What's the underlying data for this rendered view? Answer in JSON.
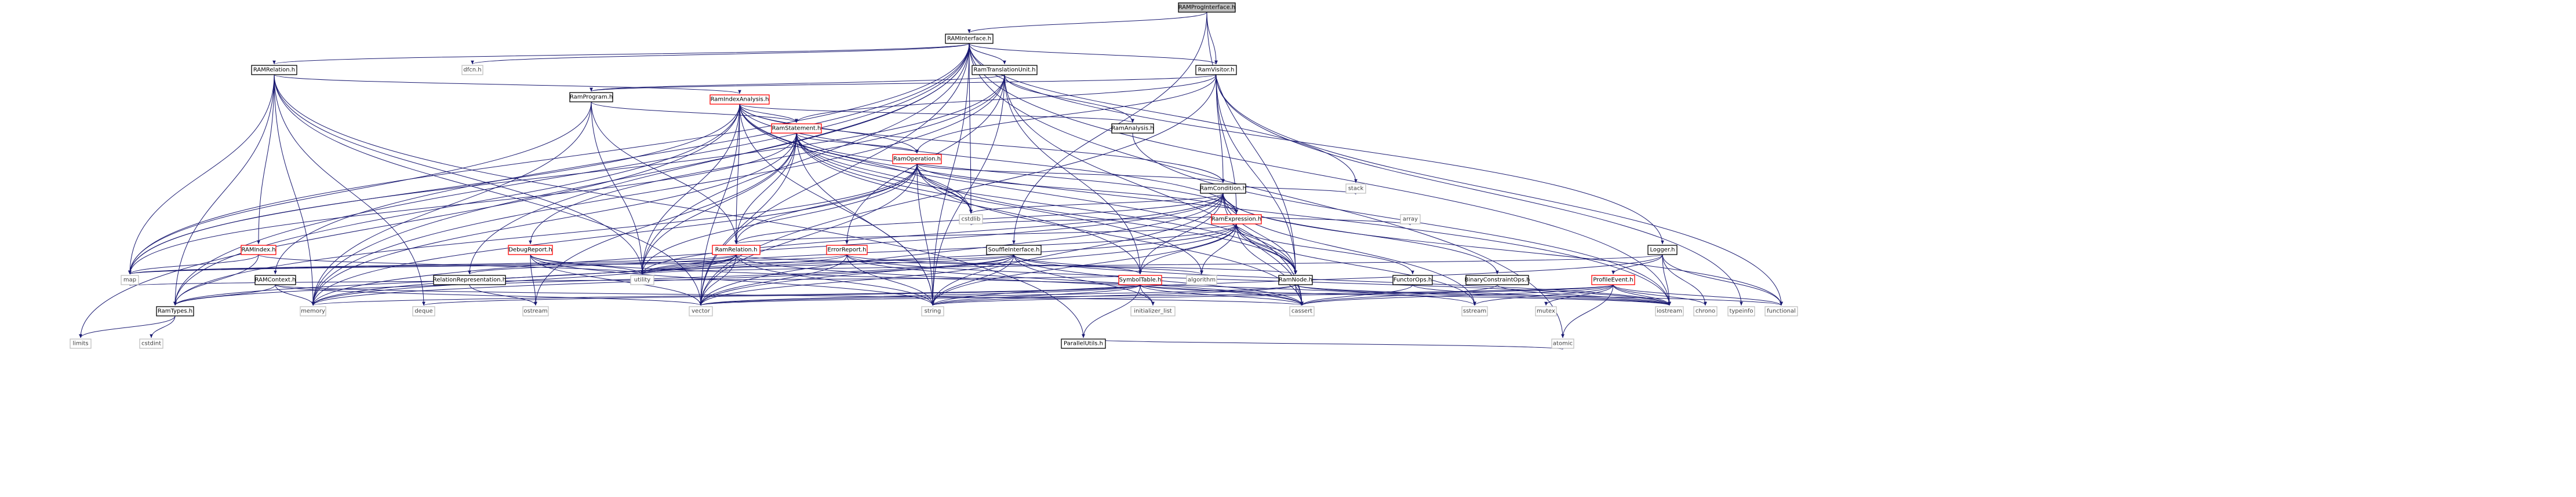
{
  "colors": {
    "edge": "#191970",
    "node_border": "#000000",
    "node_border_documented": "#bfbfbf",
    "node_border_red": "#ff0000",
    "root_fill": "#bfbfbf",
    "text_muted": "#404040"
  },
  "diagram": {
    "nodes": [
      {
        "id": "RAMProgInterface.h",
        "label": "RAMProgInterface.h",
        "style": "root"
      },
      {
        "id": "RAMInterface.h",
        "label": "RAMInterface.h",
        "style": "normal"
      },
      {
        "id": "RamVisitor.h",
        "label": "RamVisitor.h",
        "style": "normal"
      },
      {
        "id": "dfcn.h",
        "label": "dfcn.h",
        "style": "system"
      },
      {
        "id": "RAMRelation.h",
        "label": "RAMRelation.h",
        "style": "normal"
      },
      {
        "id": "RamTranslationUnit.h",
        "label": "RamTranslationUnit.h",
        "style": "normal"
      },
      {
        "id": "RamProgram.h",
        "label": "RamProgram.h",
        "style": "normal"
      },
      {
        "id": "RamIndexAnalysis.h",
        "label": "RamIndexAnalysis.h",
        "style": "red"
      },
      {
        "id": "RamAnalysis.h",
        "label": "RamAnalysis.h",
        "style": "normal"
      },
      {
        "id": "RamStatement.h",
        "label": "RamStatement.h",
        "style": "red"
      },
      {
        "id": "RamOperation.h",
        "label": "RamOperation.h",
        "style": "red"
      },
      {
        "id": "RamCondition.h",
        "label": "RamCondition.h",
        "style": "normal"
      },
      {
        "id": "RamExpression.h",
        "label": "RamExpression.h",
        "style": "red"
      },
      {
        "id": "RAMIndex.h",
        "label": "RAMIndex.h",
        "style": "red"
      },
      {
        "id": "DebugReport.h",
        "label": "DebugReport.h",
        "style": "red"
      },
      {
        "id": "ErrorReport.h",
        "label": "ErrorReport.h",
        "style": "red"
      },
      {
        "id": "RamRelation.h",
        "label": "RamRelation.h",
        "style": "red"
      },
      {
        "id": "SouffleInterface.h",
        "label": "SouffleInterface.h",
        "style": "normal"
      },
      {
        "id": "Logger.h",
        "label": "Logger.h",
        "style": "normal"
      },
      {
        "id": "ProfileEvent.h",
        "label": "ProfileEvent.h",
        "style": "red"
      },
      {
        "id": "RAMContext.h",
        "label": "RAMContext.h",
        "style": "normal"
      },
      {
        "id": "RelationRepresentation.h",
        "label": "RelationRepresentation.h",
        "style": "normal"
      },
      {
        "id": "SymbolTable.h",
        "label": "SymbolTable.h",
        "style": "red"
      },
      {
        "id": "RamNode.h",
        "label": "RamNode.h",
        "style": "normal"
      },
      {
        "id": "FunctorOps.h",
        "label": "FunctorOps.h",
        "style": "normal"
      },
      {
        "id": "BinaryConstraintOps.h",
        "label": "BinaryConstraintOps.h",
        "style": "normal"
      },
      {
        "id": "RamTypes.h",
        "label": "RamTypes.h",
        "style": "normal"
      },
      {
        "id": "ParallelUtils.h",
        "label": "ParallelUtils.h",
        "style": "normal"
      },
      {
        "id": "map",
        "label": "map",
        "style": "system"
      },
      {
        "id": "utility",
        "label": "utility",
        "style": "system"
      },
      {
        "id": "algorithm",
        "label": "algorithm",
        "style": "system"
      },
      {
        "id": "cstdlib",
        "label": "cstdlib",
        "style": "system"
      },
      {
        "id": "stack",
        "label": "stack",
        "style": "system"
      },
      {
        "id": "array",
        "label": "array",
        "style": "system"
      },
      {
        "id": "deque",
        "label": "deque",
        "style": "system"
      },
      {
        "id": "memory",
        "label": "memory",
        "style": "system"
      },
      {
        "id": "ostream",
        "label": "ostream",
        "style": "system"
      },
      {
        "id": "vector",
        "label": "vector",
        "style": "system"
      },
      {
        "id": "string",
        "label": "string",
        "style": "system"
      },
      {
        "id": "initializer_list",
        "label": "initializer_list",
        "style": "system"
      },
      {
        "id": "cassert",
        "label": "cassert",
        "style": "system"
      },
      {
        "id": "sstream",
        "label": "sstream",
        "style": "system"
      },
      {
        "id": "mutex",
        "label": "mutex",
        "style": "system"
      },
      {
        "id": "iostream",
        "label": "iostream",
        "style": "system"
      },
      {
        "id": "chrono",
        "label": "chrono",
        "style": "system"
      },
      {
        "id": "typeinfo",
        "label": "typeinfo",
        "style": "system"
      },
      {
        "id": "functional",
        "label": "functional",
        "style": "system"
      },
      {
        "id": "atomic",
        "label": "atomic",
        "style": "system"
      },
      {
        "id": "limits",
        "label": "limits",
        "style": "system"
      },
      {
        "id": "cstdint",
        "label": "cstdint",
        "style": "system"
      }
    ],
    "edges": [
      [
        "RAMProgInterface.h",
        "RAMInterface.h"
      ],
      [
        "RAMProgInterface.h",
        "RamVisitor.h"
      ],
      [
        "RAMProgInterface.h",
        "SouffleInterface.h"
      ],
      [
        "RAMProgInterface.h",
        "RamNode.h"
      ],
      [
        "RAMInterface.h",
        "dfcn.h"
      ],
      [
        "RAMInterface.h",
        "RAMRelation.h"
      ],
      [
        "RAMInterface.h",
        "RamTranslationUnit.h"
      ],
      [
        "RAMInterface.h",
        "RamVisitor.h"
      ],
      [
        "RAMInterface.h",
        "RAMContext.h"
      ],
      [
        "RAMInterface.h",
        "Logger.h"
      ],
      [
        "RAMInterface.h",
        "map"
      ],
      [
        "RAMInterface.h",
        "utility"
      ],
      [
        "RAMInterface.h",
        "vector"
      ],
      [
        "RAMInterface.h",
        "cstdlib"
      ],
      [
        "RAMInterface.h",
        "stack"
      ],
      [
        "RAMInterface.h",
        "atomic"
      ],
      [
        "RAMInterface.h",
        "RamTypes.h"
      ],
      [
        "RAMInterface.h",
        "RelationRepresentation.h"
      ],
      [
        "RAMInterface.h",
        "memory"
      ],
      [
        "RAMInterface.h",
        "string"
      ],
      [
        "RAMInterface.h",
        "iostream"
      ],
      [
        "RAMRelation.h",
        "RAMIndex.h"
      ],
      [
        "RAMRelation.h",
        "RamIndexAnalysis.h"
      ],
      [
        "RAMRelation.h",
        "RamTypes.h"
      ],
      [
        "RAMRelation.h",
        "map"
      ],
      [
        "RAMRelation.h",
        "utility"
      ],
      [
        "RAMRelation.h",
        "vector"
      ],
      [
        "RAMRelation.h",
        "deque"
      ],
      [
        "RAMRelation.h",
        "memory"
      ],
      [
        "RAMRelation.h",
        "ParallelUtils.h"
      ],
      [
        "RamTranslationUnit.h",
        "RamProgram.h"
      ],
      [
        "RamTranslationUnit.h",
        "RamAnalysis.h"
      ],
      [
        "RamTranslationUnit.h",
        "DebugReport.h"
      ],
      [
        "RamTranslationUnit.h",
        "ErrorReport.h"
      ],
      [
        "RamTranslationUnit.h",
        "SymbolTable.h"
      ],
      [
        "RamTranslationUnit.h",
        "map"
      ],
      [
        "RamTranslationUnit.h",
        "memory"
      ],
      [
        "RamTranslationUnit.h",
        "string"
      ],
      [
        "RamTranslationUnit.h",
        "cassert"
      ],
      [
        "RamVisitor.h",
        "RamProgram.h"
      ],
      [
        "RamVisitor.h",
        "RamStatement.h"
      ],
      [
        "RamVisitor.h",
        "RamOperation.h"
      ],
      [
        "RamVisitor.h",
        "RamCondition.h"
      ],
      [
        "RamVisitor.h",
        "RamExpression.h"
      ],
      [
        "RamVisitor.h",
        "RamNode.h"
      ],
      [
        "RamVisitor.h",
        "functional"
      ],
      [
        "RamVisitor.h",
        "vector"
      ],
      [
        "RamVisitor.h",
        "typeinfo"
      ],
      [
        "RamProgram.h",
        "RamStatement.h"
      ],
      [
        "RamProgram.h",
        "RamRelation.h"
      ],
      [
        "RamProgram.h",
        "map"
      ],
      [
        "RamProgram.h",
        "utility"
      ],
      [
        "RamProgram.h",
        "memory"
      ],
      [
        "RamIndexAnalysis.h",
        "RamAnalysis.h"
      ],
      [
        "RamIndexAnalysis.h",
        "RamStatement.h"
      ],
      [
        "RamIndexAnalysis.h",
        "RamOperation.h"
      ],
      [
        "RamIndexAnalysis.h",
        "RamCondition.h"
      ],
      [
        "RamIndexAnalysis.h",
        "RamRelation.h"
      ],
      [
        "RamIndexAnalysis.h",
        "RamExpression.h"
      ],
      [
        "RamIndexAnalysis.h",
        "RamNode.h"
      ],
      [
        "RamIndexAnalysis.h",
        "map"
      ],
      [
        "RamIndexAnalysis.h",
        "utility"
      ],
      [
        "RamIndexAnalysis.h",
        "cstdlib"
      ],
      [
        "RamIndexAnalysis.h",
        "iostream"
      ],
      [
        "RamIndexAnalysis.h",
        "limits"
      ],
      [
        "RamIndexAnalysis.h",
        "string"
      ],
      [
        "RamIndexAnalysis.h",
        "vector"
      ],
      [
        "RamIndexAnalysis.h",
        "RamTypes.h"
      ],
      [
        "RamAnalysis.h",
        "iostream"
      ],
      [
        "RamStatement.h",
        "RamOperation.h"
      ],
      [
        "RamStatement.h",
        "RamRelation.h"
      ],
      [
        "RamStatement.h",
        "RamExpression.h"
      ],
      [
        "RamStatement.h",
        "RamNode.h"
      ],
      [
        "RamStatement.h",
        "SymbolTable.h"
      ],
      [
        "RamStatement.h",
        "algorithm"
      ],
      [
        "RamStatement.h",
        "memory"
      ],
      [
        "RamStatement.h",
        "utility"
      ],
      [
        "RamStatement.h",
        "vector"
      ],
      [
        "RamStatement.h",
        "cstdlib"
      ],
      [
        "RamStatement.h",
        "string"
      ],
      [
        "RamStatement.h",
        "map"
      ],
      [
        "RamStatement.h",
        "ostream"
      ],
      [
        "RamOperation.h",
        "RamCondition.h"
      ],
      [
        "RamOperation.h",
        "RamExpression.h"
      ],
      [
        "RamOperation.h",
        "RamRelation.h"
      ],
      [
        "RamOperation.h",
        "RamNode.h"
      ],
      [
        "RamOperation.h",
        "cstdlib"
      ],
      [
        "RamOperation.h",
        "cassert"
      ],
      [
        "RamOperation.h",
        "memory"
      ],
      [
        "RamOperation.h",
        "vector"
      ],
      [
        "RamOperation.h",
        "utility"
      ],
      [
        "RamOperation.h",
        "string"
      ],
      [
        "RamOperation.h",
        "RamTypes.h"
      ],
      [
        "RamCondition.h",
        "RamExpression.h"
      ],
      [
        "RamCondition.h",
        "RamRelation.h"
      ],
      [
        "RamCondition.h",
        "RamNode.h"
      ],
      [
        "RamCondition.h",
        "BinaryConstraintOps.h"
      ],
      [
        "RamCondition.h",
        "SymbolTable.h"
      ],
      [
        "RamCondition.h",
        "stack"
      ],
      [
        "RamCondition.h",
        "cstdlib"
      ],
      [
        "RamCondition.h",
        "string"
      ],
      [
        "RamCondition.h",
        "memory"
      ],
      [
        "RamCondition.h",
        "utility"
      ],
      [
        "RamCondition.h",
        "vector"
      ],
      [
        "RamCondition.h",
        "sstream"
      ],
      [
        "RamCondition.h",
        "functional"
      ],
      [
        "RamCondition.h",
        "cassert"
      ],
      [
        "RamExpression.h",
        "RamRelation.h"
      ],
      [
        "RamExpression.h",
        "RamNode.h"
      ],
      [
        "RamExpression.h",
        "FunctorOps.h"
      ],
      [
        "RamExpression.h",
        "SymbolTable.h"
      ],
      [
        "RamExpression.h",
        "array"
      ],
      [
        "RamExpression.h",
        "algorithm"
      ],
      [
        "RamExpression.h",
        "cstdlib"
      ],
      [
        "RamExpression.h",
        "string"
      ],
      [
        "RamExpression.h",
        "memory"
      ],
      [
        "RamExpression.h",
        "utility"
      ],
      [
        "RamExpression.h",
        "vector"
      ],
      [
        "RamExpression.h",
        "sstream"
      ],
      [
        "RamExpression.h",
        "cassert"
      ],
      [
        "RAMIndex.h",
        "RamTypes.h"
      ],
      [
        "RAMIndex.h",
        "utility"
      ],
      [
        "RAMIndex.h",
        "map"
      ],
      [
        "DebugReport.h",
        "utility"
      ],
      [
        "DebugReport.h",
        "vector"
      ],
      [
        "DebugReport.h",
        "string"
      ],
      [
        "DebugReport.h",
        "ostream"
      ],
      [
        "DebugReport.h",
        "sstream"
      ],
      [
        "ErrorReport.h",
        "utility"
      ],
      [
        "ErrorReport.h",
        "algorithm"
      ],
      [
        "ErrorReport.h",
        "string"
      ],
      [
        "ErrorReport.h",
        "vector"
      ],
      [
        "ErrorReport.h",
        "map"
      ],
      [
        "ErrorReport.h",
        "cassert"
      ],
      [
        "ErrorReport.h",
        "iostream"
      ],
      [
        "RamRelation.h",
        "RamNode.h"
      ],
      [
        "RamRelation.h",
        "RamTypes.h"
      ],
      [
        "RamRelation.h",
        "RelationRepresentation.h"
      ],
      [
        "RamRelation.h",
        "map"
      ],
      [
        "RamRelation.h",
        "utility"
      ],
      [
        "RamRelation.h",
        "string"
      ],
      [
        "RamRelation.h",
        "memory"
      ],
      [
        "RamRelation.h",
        "vector"
      ],
      [
        "RamRelation.h",
        "cassert"
      ],
      [
        "SouffleInterface.h",
        "SymbolTable.h"
      ],
      [
        "SouffleInterface.h",
        "RamTypes.h"
      ],
      [
        "SouffleInterface.h",
        "utility"
      ],
      [
        "SouffleInterface.h",
        "string"
      ],
      [
        "SouffleInterface.h",
        "vector"
      ],
      [
        "SouffleInterface.h",
        "initializer_list"
      ],
      [
        "SouffleInterface.h",
        "iostream"
      ],
      [
        "SouffleInterface.h",
        "cassert"
      ],
      [
        "SouffleInterface.h",
        "map"
      ],
      [
        "SouffleInterface.h",
        "memory"
      ],
      [
        "Logger.h",
        "ProfileEvent.h"
      ],
      [
        "Logger.h",
        "utility"
      ],
      [
        "Logger.h",
        "chrono"
      ],
      [
        "Logger.h",
        "iostream"
      ],
      [
        "Logger.h",
        "functional"
      ],
      [
        "Logger.h",
        "string"
      ],
      [
        "ProfileEvent.h",
        "atomic"
      ],
      [
        "ProfileEvent.h",
        "mutex"
      ],
      [
        "ProfileEvent.h",
        "iostream"
      ],
      [
        "ProfileEvent.h",
        "string"
      ],
      [
        "ProfileEvent.h",
        "functional"
      ],
      [
        "ProfileEvent.h",
        "chrono"
      ],
      [
        "ProfileEvent.h",
        "sstream"
      ],
      [
        "ProfileEvent.h",
        "vector"
      ],
      [
        "ProfileEvent.h",
        "cassert"
      ],
      [
        "RAMContext.h",
        "RamTypes.h"
      ],
      [
        "RAMContext.h",
        "memory"
      ],
      [
        "RAMContext.h",
        "vector"
      ],
      [
        "RAMContext.h",
        "cassert"
      ],
      [
        "RelationRepresentation.h",
        "ostream"
      ],
      [
        "SymbolTable.h",
        "ParallelUtils.h"
      ],
      [
        "SymbolTable.h",
        "deque"
      ],
      [
        "SymbolTable.h",
        "memory"
      ],
      [
        "SymbolTable.h",
        "vector"
      ],
      [
        "SymbolTable.h",
        "string"
      ],
      [
        "SymbolTable.h",
        "initializer_list"
      ],
      [
        "SymbolTable.h",
        "iostream"
      ],
      [
        "SymbolTable.h",
        "cassert"
      ],
      [
        "SymbolTable.h",
        "map"
      ],
      [
        "RamNode.h",
        "cassert"
      ],
      [
        "RamNode.h",
        "vector"
      ],
      [
        "RamNode.h",
        "iostream"
      ],
      [
        "RamNode.h",
        "functional"
      ],
      [
        "RamNode.h",
        "string"
      ],
      [
        "FunctorOps.h",
        "cassert"
      ],
      [
        "FunctorOps.h",
        "iostream"
      ],
      [
        "BinaryConstraintOps.h",
        "cassert"
      ],
      [
        "BinaryConstraintOps.h",
        "iostream"
      ],
      [
        "RamTypes.h",
        "limits"
      ],
      [
        "RamTypes.h",
        "cstdint"
      ],
      [
        "ParallelUtils.h",
        "atomic"
      ]
    ]
  }
}
